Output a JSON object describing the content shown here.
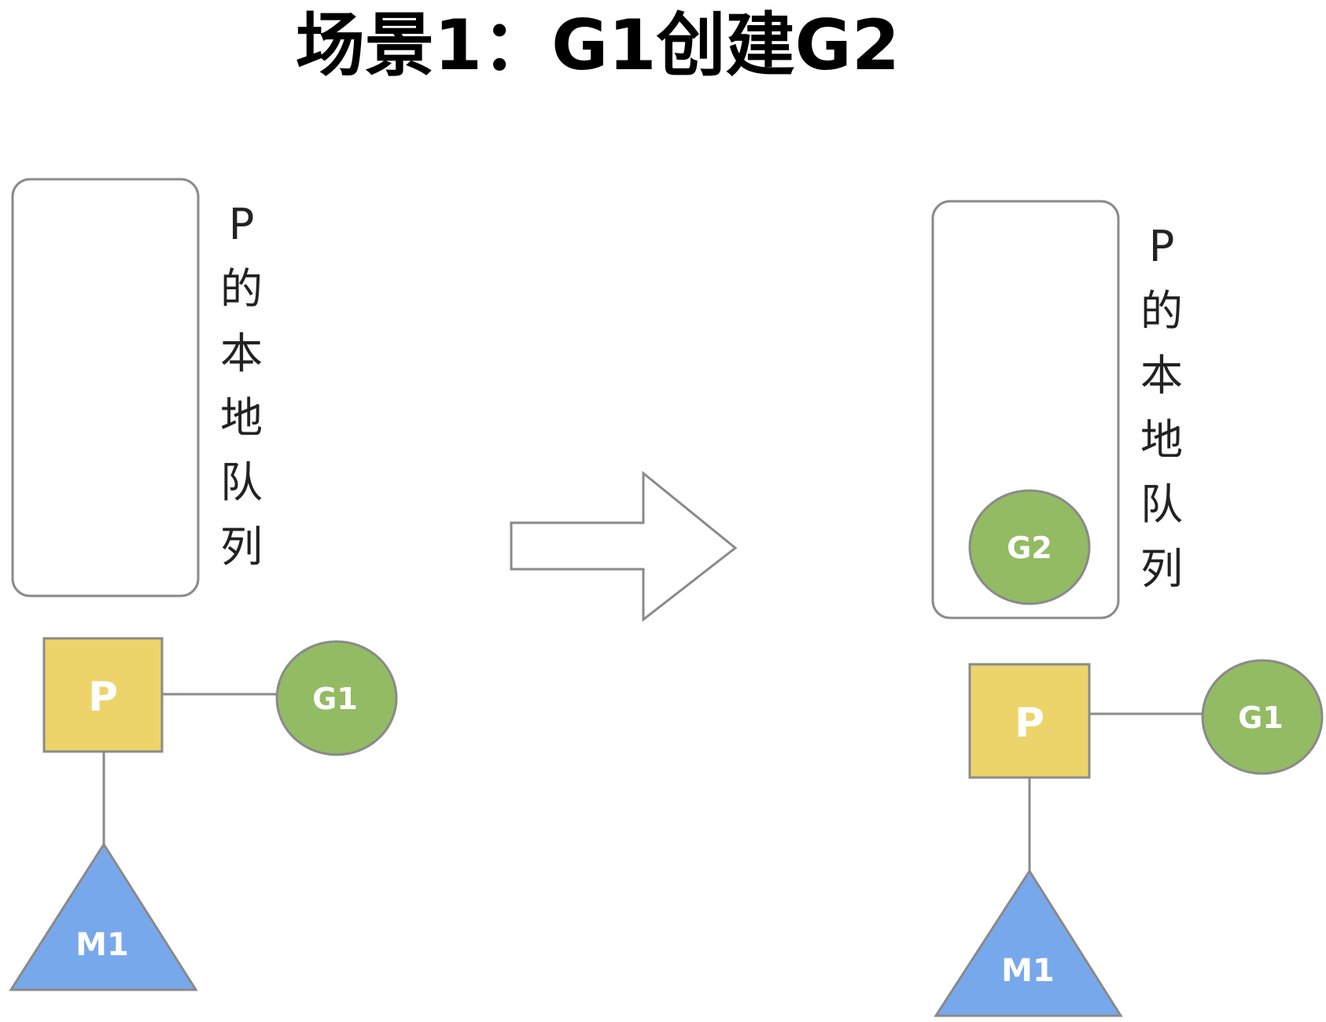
{
  "title": "场景1：G1创建G2",
  "colors": {
    "p_fill": "#ecd46a",
    "g_fill": "#93bb63",
    "m_fill": "#78a8ec",
    "stroke": "#8a8a8a"
  },
  "before": {
    "queue_label": "P的本地队列",
    "queue_items": [],
    "processor_label": "P",
    "running_goroutine_label": "G1",
    "machine_label": "M1"
  },
  "transition": {
    "icon": "right-arrow-icon"
  },
  "after": {
    "queue_label": "P的本地队列",
    "queue_items": [
      "G2"
    ],
    "processor_label": "P",
    "running_goroutine_label": "G1",
    "machine_label": "M1"
  }
}
